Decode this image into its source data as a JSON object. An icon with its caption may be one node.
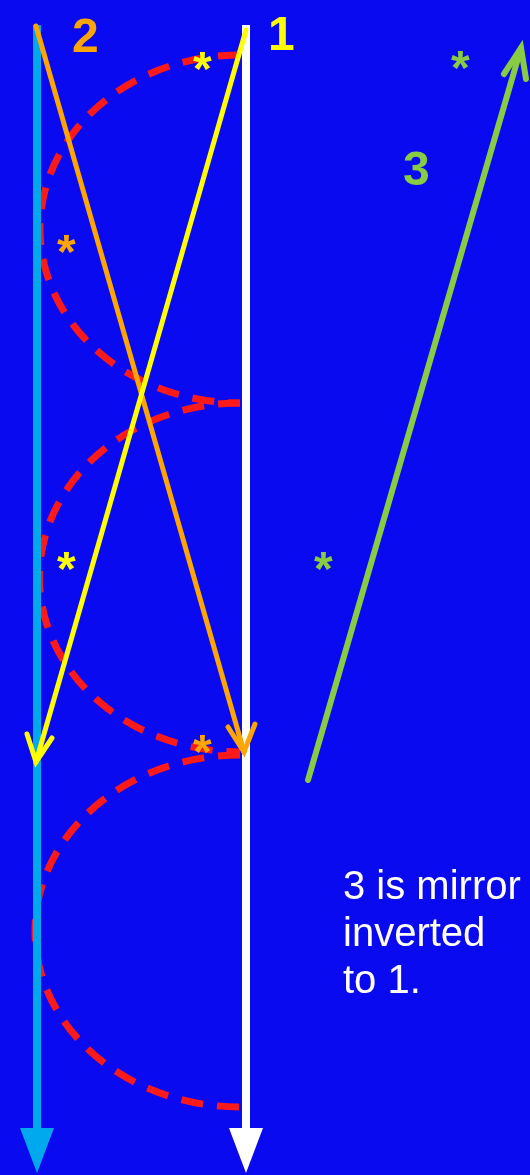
{
  "diagram": {
    "labels": [
      "2",
      "1",
      "*",
      "*",
      "3",
      "*",
      "*",
      "*",
      "*",
      "3 is mirror inverted to 1."
    ]
  }
}
